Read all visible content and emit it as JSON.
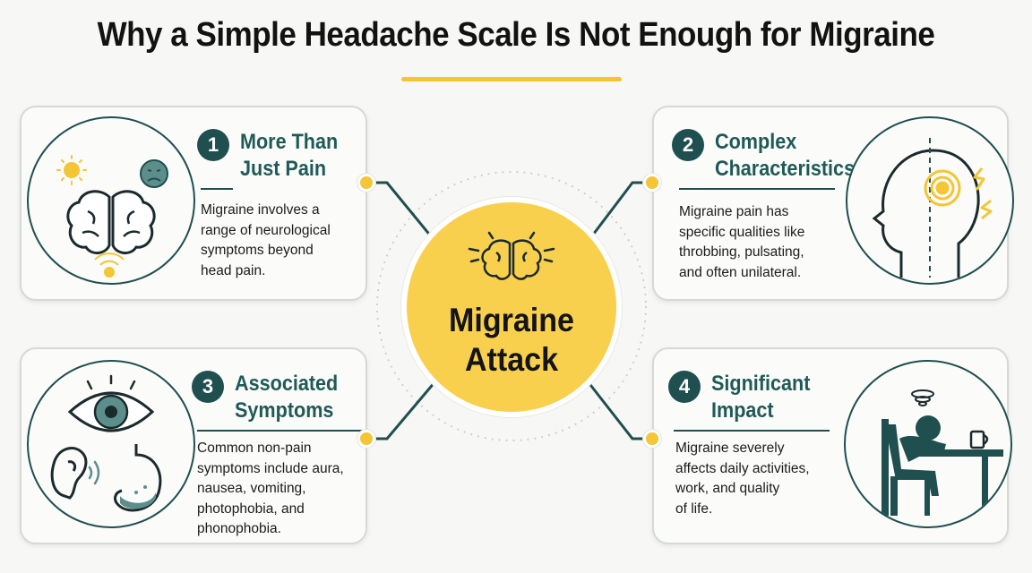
{
  "title": "Why a Simple Headache Scale Is Not Enough for Migraine",
  "center": {
    "line1": "Migraine",
    "line2": "Attack"
  },
  "cards": [
    {
      "number": "1",
      "title_line1": "More Than",
      "title_line2": "Just Pain",
      "body": [
        "Migraine involves a",
        "range of neurological",
        "symptoms beyond",
        "head pain."
      ]
    },
    {
      "number": "2",
      "title_line1": "Complex",
      "title_line2": "Characteristics",
      "body": [
        "Migraine pain has",
        "specific qualities like",
        "throbbing, pulsating,",
        "and often unilateral."
      ]
    },
    {
      "number": "3",
      "title_line1": "Associated",
      "title_line2": "Symptoms",
      "body": [
        "Common non-pain",
        "symptoms include aura,",
        "nausea, vomiting,",
        "photophobia, and",
        "phonophobia."
      ]
    },
    {
      "number": "4",
      "title_line1": "Significant",
      "title_line2": "Impact",
      "body": [
        "Migraine severely",
        "affects daily activities,",
        "work, and quality",
        "of life."
      ]
    }
  ],
  "colors": {
    "accent_yellow": "#f4c534",
    "center_fill": "#f8d04e",
    "teal_dark": "#1f4f4f",
    "teal_title": "#1f5a57",
    "background": "#f7f7f5"
  },
  "icons": {
    "card1": [
      "brain-icon",
      "sun-icon",
      "sad-face-icon",
      "signal-icon"
    ],
    "card2": [
      "head-profile-icon",
      "pain-target-icon",
      "lightning-icon"
    ],
    "card3": [
      "eye-icon",
      "ear-icon",
      "sound-waves-icon",
      "stomach-icon"
    ],
    "card4": [
      "person-at-desk-icon",
      "dizzy-swirl-icon",
      "coffee-mug-icon"
    ],
    "center": [
      "brain-icon"
    ]
  }
}
